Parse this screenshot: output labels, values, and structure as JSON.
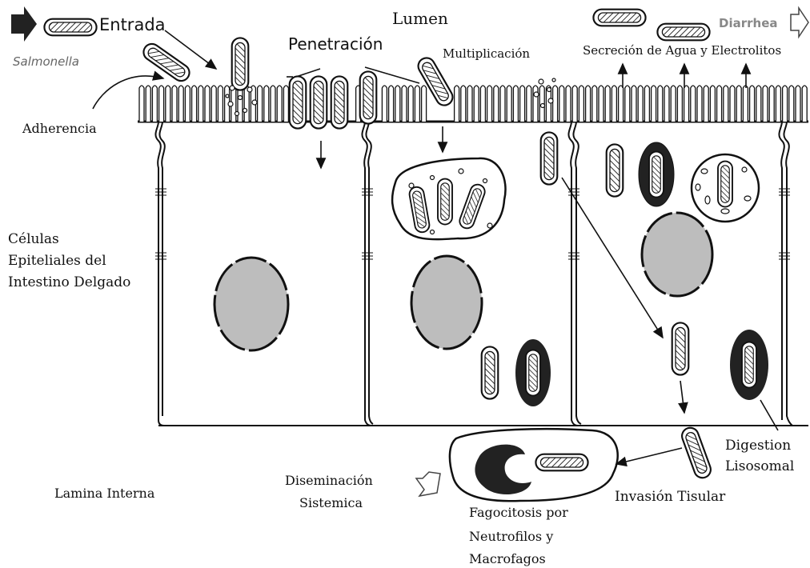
{
  "labels": {
    "salmonella": "Salmonella",
    "entrada": "Entrada",
    "lumen": "Lumen",
    "penetracion": "Penetración",
    "multiplicacion": "Multiplicación",
    "secrecion": "Secreción de Agua y Electrolitos",
    "diarrhea": "Diarrhea",
    "adherencia": "Adherencia",
    "celulas_1": "Células",
    "celulas_2": "Epiteliales del",
    "celulas_3": "Intestino Delgado",
    "lamina": "Lamina Interna",
    "diseminacion_1": "Diseminación",
    "diseminacion_2": "Sistemica",
    "fagocitosis_1": "Fagocitosis por",
    "fagocitosis_2": "Neutrofilos y",
    "fagocitosis_3": "Macrofagos",
    "invasion": "Invasión Tisular",
    "digestion_1": "Digestion",
    "digestion_2": "Lisosomal"
  },
  "colors": {
    "outline": "#111111",
    "nucleus": "#bdbdbd",
    "lysosome": "#222222",
    "muted_text": "#6e6e6e"
  }
}
